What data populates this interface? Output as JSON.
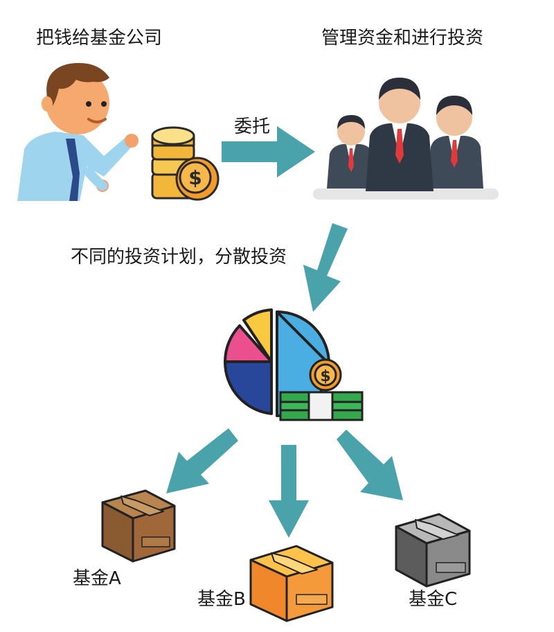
{
  "labels": {
    "step1": "把钱给基金公司",
    "step2": "管理资金和进行投资",
    "entrust": "委托",
    "diversify": "不同的投资计划，分散投资"
  },
  "funds": [
    {
      "label": "基金A",
      "icon": "box-brown-icon",
      "color": "#a0673a"
    },
    {
      "label": "基金B",
      "icon": "box-orange-icon",
      "color": "#f59a3a"
    },
    {
      "label": "基金C",
      "icon": "box-gray-icon",
      "color": "#8a8a8a"
    }
  ],
  "icons": {
    "investor": "investor-person-icon",
    "coins": "gold-coins-icon",
    "managers": "fund-managers-icon",
    "portfolio": "portfolio-pie-chart-icon",
    "cash": "cash-stack-icon"
  },
  "colors": {
    "arrow": "#4aa3ab",
    "coin": "#f2b63a",
    "pie_blue": "#4aaee3",
    "pie_navy": "#28479a",
    "pie_pink": "#ec4f8e",
    "pie_yellow": "#f9c940",
    "cash_green": "#34a84d"
  }
}
